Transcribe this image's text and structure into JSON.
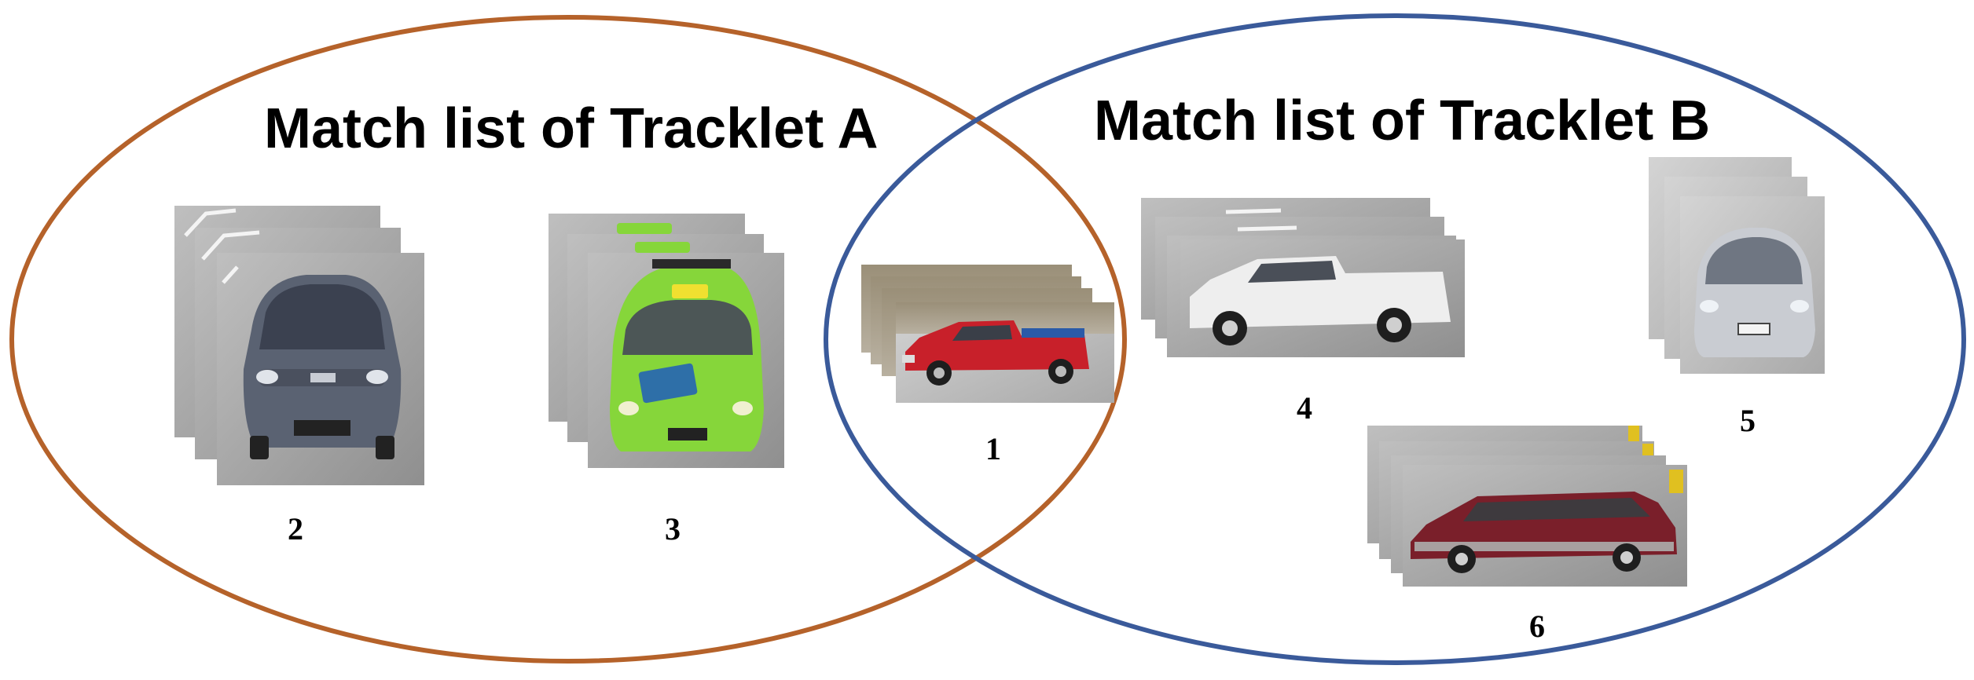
{
  "diagram": {
    "set_a": {
      "title": "Match list of Tracklet A",
      "outline_color": "#b5622a"
    },
    "set_b": {
      "title": "Match list of Tracklet B",
      "outline_color": "#3a5a9a"
    },
    "tracklets": [
      {
        "id": "1",
        "icon": "red-pickup-truck-icon",
        "vehicle_color": "#c8202a",
        "member_of": "A,B"
      },
      {
        "id": "2",
        "icon": "gray-suv-icon",
        "vehicle_color": "#5a6272",
        "member_of": "A"
      },
      {
        "id": "3",
        "icon": "green-taxi-van-icon",
        "vehicle_color": "#86d63a",
        "member_of": "A"
      },
      {
        "id": "4",
        "icon": "white-pickup-truck-icon",
        "vehicle_color": "#eeeeee",
        "member_of": "B"
      },
      {
        "id": "5",
        "icon": "silver-hatchback-icon",
        "vehicle_color": "#c9ccd2",
        "member_of": "B"
      },
      {
        "id": "6",
        "icon": "maroon-minivan-icon",
        "vehicle_color": "#7a1f2a",
        "member_of": "B"
      }
    ]
  }
}
